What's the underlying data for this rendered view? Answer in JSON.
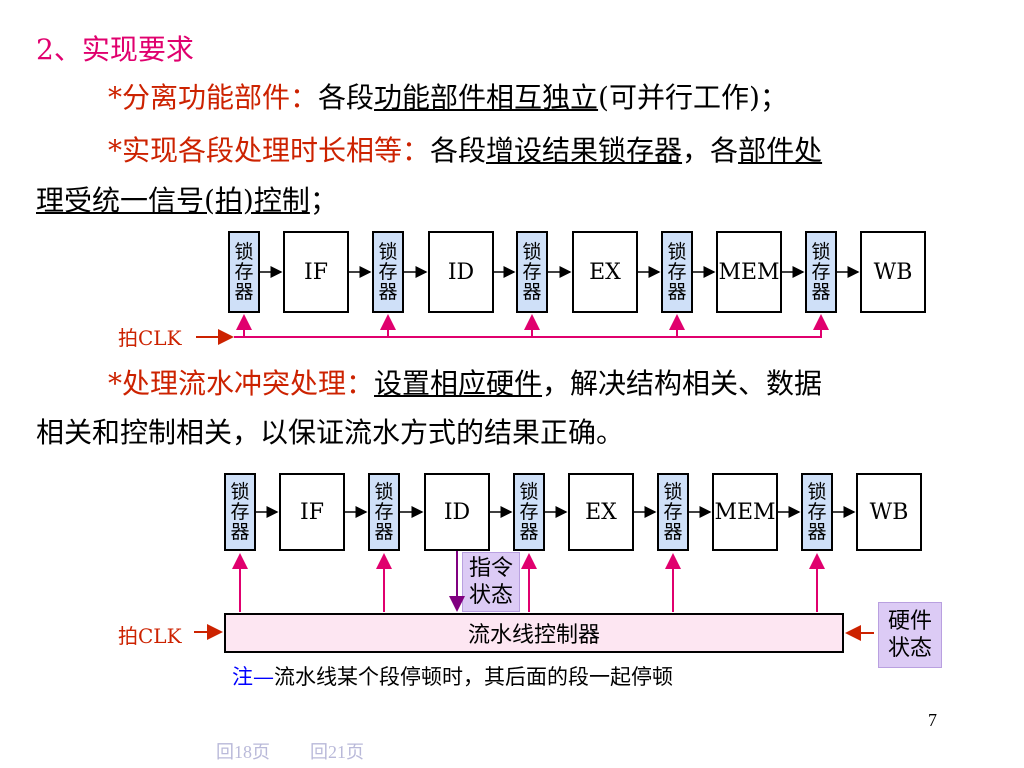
{
  "heading": "2、实现要求",
  "bullet1": {
    "lead": "*分离功能部件：",
    "pre": "各段",
    "underlined": "功能部件相互独立",
    "post": "(可并行工作)；"
  },
  "bullet2": {
    "lead": "*实现各段处理时长相等：",
    "pre": "各段",
    "underlined1": "增设结果锁存器",
    "mid": "，各",
    "underlined2": "部件处",
    "line2_underlined": "理受统一信号(拍)控制",
    "line2_post": "；"
  },
  "bullet3": {
    "lead": "*处理流水冲突处理：",
    "underlined": "设置相应硬件",
    "post": "，解决结构相关、数据",
    "line2": "相关和控制相关，以保证流水方式的结果正确。"
  },
  "latch_chars": [
    "锁",
    "存",
    "器"
  ],
  "stages": [
    "IF",
    "ID",
    "EX",
    "MEM",
    "WB"
  ],
  "clk_label": "拍CLK",
  "instr_state": [
    "指令",
    "状态"
  ],
  "controller": "流水线控制器",
  "hw_state": [
    "硬件",
    "状态"
  ],
  "note_prefix": "注—",
  "note_text": "流水线某个段停顿时，其后面的段一起停顿",
  "page_number": "7",
  "nav_links": [
    "回18页",
    "回21页"
  ],
  "colors": {
    "heading": "#e0006e",
    "lead": "#cc2200",
    "latch_fill": "#cfe0f8",
    "controller_fill": "#fde6f2",
    "state_fill": "#dccbf5",
    "arrow": "#e0006e",
    "instr_arrow": "#800080",
    "note_prefix": "#0000ff"
  }
}
